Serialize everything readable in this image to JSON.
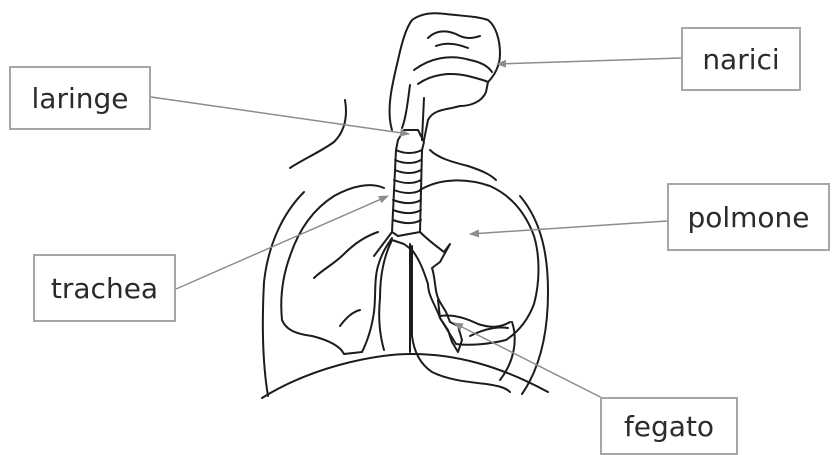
{
  "labels": {
    "laringe": "laringe",
    "narici": "narici",
    "trachea": "trachea",
    "polmone": "polmone",
    "fegato": "fegato"
  },
  "colors": {
    "ink": "#1c1c1c",
    "leader": "#8c8c8c",
    "label_border": "#a6a6a6"
  }
}
